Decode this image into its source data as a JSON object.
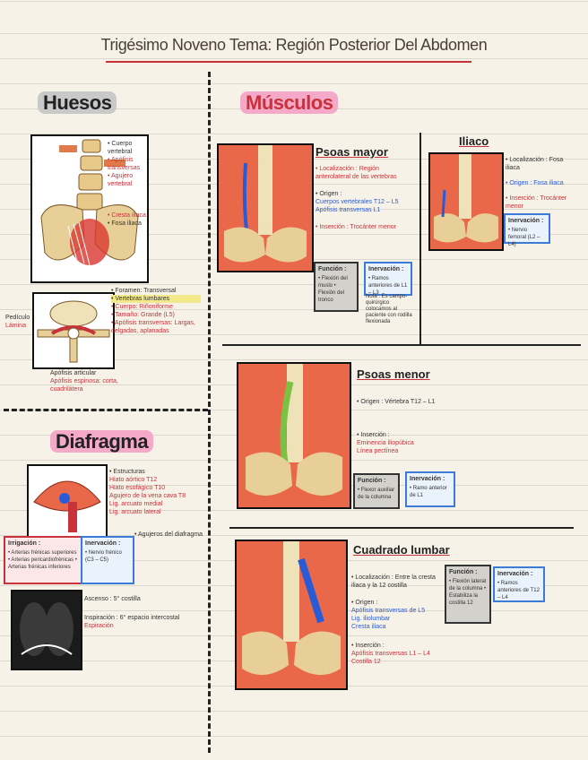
{
  "page": {
    "title": "Trigésimo Noveno Tema: Región Posterior Del Abdomen"
  },
  "sections": {
    "huesos": "Huesos",
    "musculos": "Músculos",
    "diafragma": "Diafragma"
  },
  "psoas_mayor": {
    "title": "Psoas mayor",
    "localizacion": "• Localización : Región anterolateral de las vertebras",
    "origen": "• Origen :",
    "origen_items": [
      "Cuerpos vertebrales T12 – L5",
      "Apófisis transversas L1"
    ],
    "insercion": "• Inserción : Trocánter menor",
    "funcion_title": "Función :",
    "funcion": "• Flexión del muslo  • Flexión del tronco",
    "inervacion_title": "Inervación :",
    "inervacion": "• Ramos anteriores de L1 – L3",
    "nota": "Nota : Es campo-quirúrgico colocamos al paciente con rodilla flexionada"
  },
  "iliaco": {
    "title": "Iliaco",
    "localizacion": "• Localización : Fosa iliaca",
    "origen": "• Origen : Fosa iliaca",
    "insercion": "• Inserción : Trocánter menor",
    "inervacion_title": "Inervación :",
    "inervacion": "• Nervio femoral (L2 – L4)"
  },
  "psoas_menor": {
    "title": "Psoas menor",
    "origen": "• Origen : Vértebra T12 – L1",
    "insercion": "• Inserción :",
    "insercion_items": [
      "Eminencia iliopúbica",
      "Línea pectínea"
    ],
    "funcion_title": "Función :",
    "funcion": "• Flexor auxiliar de la columna",
    "inervacion_title": "Inervación :",
    "inervacion": "• Ramo anterior de L1"
  },
  "cuadrado_lumbar": {
    "title": "Cuadrado lumbar",
    "localizacion": "• Localización : Entre la cresta iliaca y la 12 costilla",
    "origen": "• Origen :",
    "origen_items": [
      "Apófisis transversas de L5",
      "Lig. iliolumbar",
      "Cresta iliaca"
    ],
    "insercion": "• Inserción :",
    "insercion_items": [
      "Apófisis transversas L1 – L4",
      "Costilla 12"
    ],
    "funcion_title": "Función :",
    "funcion": "• Flexión lateral de la columna • Estabiliza la costilla 12",
    "inervacion_title": "Inervación :",
    "inervacion": "• Ramos anteriores de T12 – L4"
  },
  "huesos_notes": {
    "labels1": [
      "• Cuerpo vertebral",
      "• Apófisis transversas",
      "• Agujero vertebral",
      "• Cresta iliaca",
      "• Fosa iliaca"
    ],
    "labels2": [
      "• Foramen: Transversal",
      "• Vertebras lumbares",
      "• Cuerpo: Riñoniforme",
      "• Tamaño: Grande (L5)",
      "• Apófisis transversas: Largas, delgadas, aplanadas"
    ],
    "side_labels": [
      "Pedículo",
      "Lámina",
      "Apófisis articular",
      "Apófisis espinosa: corta, cuadrilátera"
    ]
  },
  "diafragma_notes": {
    "estructuras": "• Estructuras",
    "items": [
      "Hiato aórtico T12",
      "Hiato esofágico T10",
      "Agujero de la vena cava T8",
      "Lig. arcuato medial",
      "Lig. arcuato lateral"
    ],
    "agujeros_title": "• Agujeros del diafragma",
    "irrigacion_title": "Irrigación :",
    "irrigacion": "• Arterias frénicas superiores • Arterias pericardiofrénicas • Arterias frénicas inferiores",
    "inervacion_title": "Inervación :",
    "inervacion": "• Nervio frénico (C3 – C5)",
    "ascenso": "Ascenso : 5° costilla",
    "inspiracion": "Inspiración : 6° espacio intercostal",
    "espiracion": "Espiración"
  }
}
